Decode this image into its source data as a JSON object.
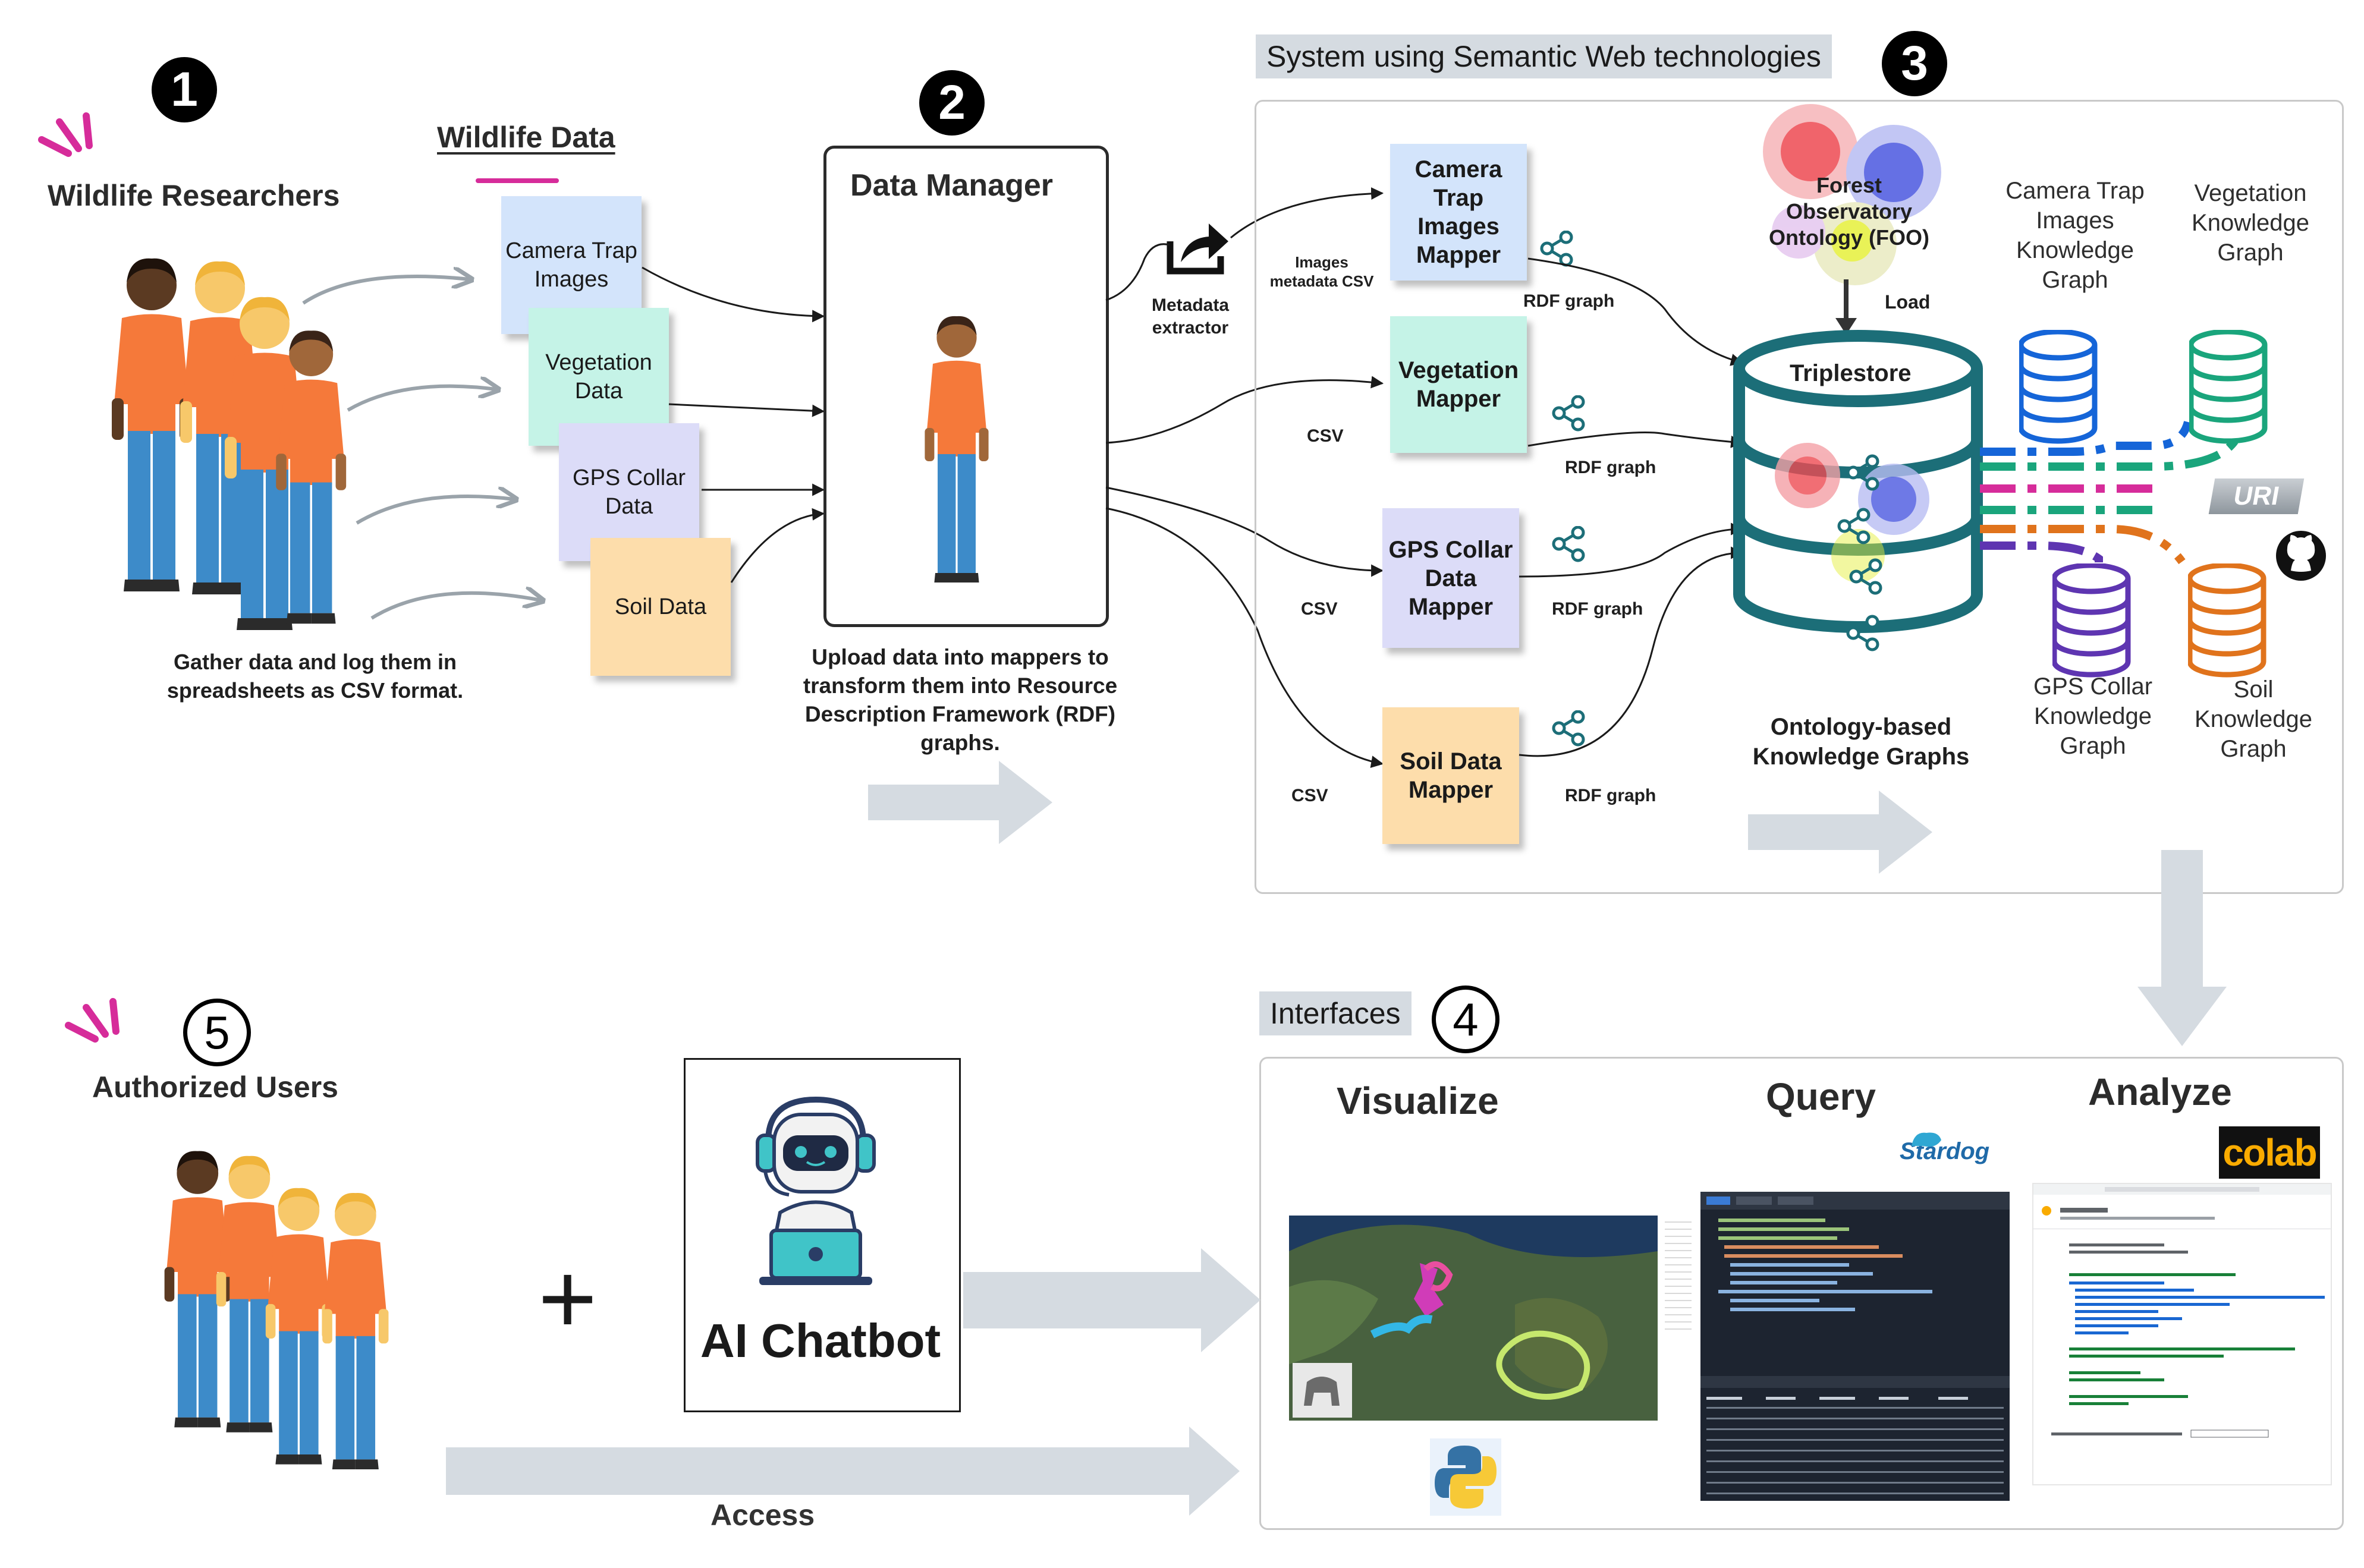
{
  "steps": {
    "s1": "1",
    "s2": "2",
    "s3": "3",
    "s4": "4",
    "s5": "5"
  },
  "researchers": {
    "title": "Wildlife Researchers",
    "caption": "Gather data and log them in spreadsheets as CSV format."
  },
  "wildlife_data": {
    "title": "Wildlife Data",
    "notes": [
      "Camera Trap Images",
      "Vegetation Data",
      "GPS Collar Data",
      "Soil Data"
    ]
  },
  "data_manager": {
    "title": "Data Manager",
    "caption": "Upload data into mappers to transform them into Resource Description Framework (RDF) graphs."
  },
  "extractor": {
    "label": "Metadata extractor",
    "images_label": "Images metadata CSV"
  },
  "system": {
    "title": "System using Semantic Web technologies",
    "mappers": [
      "Camera Trap Images Mapper",
      "Vegetation Mapper",
      "GPS Collar Data Mapper",
      "Soil Data Mapper"
    ],
    "csv_label": "CSV",
    "rdf_label": "RDF graph",
    "ontology": "Forest Observatory Ontology (FOO)",
    "load_label": "Load",
    "triplestore": "Triplestore",
    "kg_caption": "Ontology-based Knowledge Graphs",
    "kgs": [
      "Camera Trap Images Knowledge Graph",
      "Vegetation Knowledge Graph",
      "GPS Collar Knowledge Graph",
      "Soil Knowledge Graph"
    ],
    "uri_label": "URI"
  },
  "interfaces": {
    "title": "Interfaces",
    "visualize": "Visualize",
    "query": "Query",
    "analyze": "Analyze",
    "stardog": "Stardog",
    "colab": "colab"
  },
  "users": {
    "title": "Authorized Users",
    "plus": "+",
    "chatbot": "AI Chatbot",
    "access": "Access"
  },
  "colors": {
    "camera": "#d3e4fb",
    "vegetation": "#c5f3e7",
    "gps": "#dcdcf8",
    "soil": "#fdddab",
    "kg_blue": "#1565d8",
    "kg_green": "#1aa57c",
    "kg_purple": "#5e35b1",
    "kg_orange": "#e0731c",
    "magenta": "#d62c9a",
    "teal": "#1c6e78",
    "shirt": "#f5793a",
    "pants": "#3d8bc9"
  }
}
